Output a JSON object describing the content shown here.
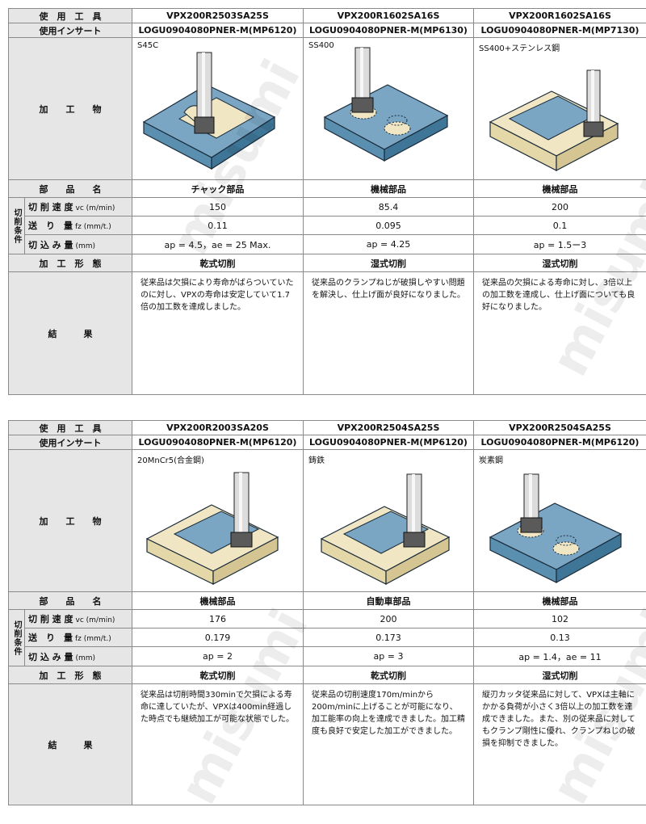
{
  "labels": {
    "tool": "使　用　工　具",
    "insert": "使用インサート",
    "workpiece": "加　　工　　物",
    "part": "部　　品　　名",
    "conditions": "切削条件",
    "speed": "切 削 速 度",
    "speed_unit": "vc (m/min)",
    "feed": "送　り　量",
    "feed_unit": "fz (mm/t.)",
    "depth": "切 込 み 量",
    "depth_unit": "(mm)",
    "method": "加　工　形　態",
    "result": "結　　　果"
  },
  "blocks": [
    {
      "columns": [
        {
          "tool": "VPX200R2503SA25S",
          "insert": "LOGU0904080PNER-M(MP6120)",
          "material": "S45C",
          "part": "チャック部品",
          "vc": "150",
          "fz": "0.11",
          "depth": "ap = 4.5，ae = 25 Max.",
          "method": "乾式切削",
          "result": "従来品は欠損により寿命がばらついていたのに対し、VPXの寿命は安定していて1.7倍の加工数を達成しました。"
        },
        {
          "tool": "VPX200R1602SA16S",
          "insert": "LOGU0904080PNER-M(MP6130)",
          "material": "SS400",
          "part": "機械部品",
          "vc": "85.4",
          "fz": "0.095",
          "depth": "ap = 4.25",
          "method": "湿式切削",
          "result": "従来品のクランプねじが破損しやすい問題を解決し、仕上げ面が良好になりました。"
        },
        {
          "tool": "VPX200R1602SA16S",
          "insert": "LOGU0904080PNER-M(MP7130)",
          "material": "SS400+ステンレス鋼",
          "part": "機械部品",
          "vc": "200",
          "fz": "0.1",
          "depth": "ap = 1.5ー3",
          "method": "湿式切削",
          "result": "従来品の欠損による寿命に対し、3倍以上の加工数を達成し、仕上げ面についても良好になりました。"
        }
      ]
    },
    {
      "columns": [
        {
          "tool": "VPX200R2003SA20S",
          "insert": "LOGU0904080PNER-M(MP6120)",
          "material": "20MnCr5(合金鋼)",
          "part": "機械部品",
          "vc": "176",
          "fz": "0.179",
          "depth": "ap = 2",
          "method": "乾式切削",
          "result": "従来品は切削時間330minで欠損による寿命に達していたが、VPXは400min経過した時点でも継続加工が可能な状態でした。"
        },
        {
          "tool": "VPX200R2504SA25S",
          "insert": "LOGU0904080PNER-M(MP6120)",
          "material": "鋳鉄",
          "part": "自動車部品",
          "vc": "200",
          "fz": "0.173",
          "depth": "ap = 3",
          "method": "乾式切削",
          "result": "従来品の切削速度170m/minから200m/minに上げることが可能になり、加工能率の向上を達成できました。加工精度も良好で安定した加工ができました。"
        },
        {
          "tool": "VPX200R2504SA25S",
          "insert": "LOGU0904080PNER-M(MP6120)",
          "material": "炭素鋼",
          "part": "機械部品",
          "vc": "102",
          "fz": "0.13",
          "depth": "ap = 1.4，ae = 11",
          "method": "湿式切削",
          "result": "縦刃カッタ従来品に対して、VPXは主軸にかかる負荷が小さく3倍以上の加工数を達成できました。また、別の従来品に対してもクランプ剛性に優れ、クランプねじの破損を抑制できました。"
        }
      ]
    }
  ],
  "watermark": "misumi"
}
